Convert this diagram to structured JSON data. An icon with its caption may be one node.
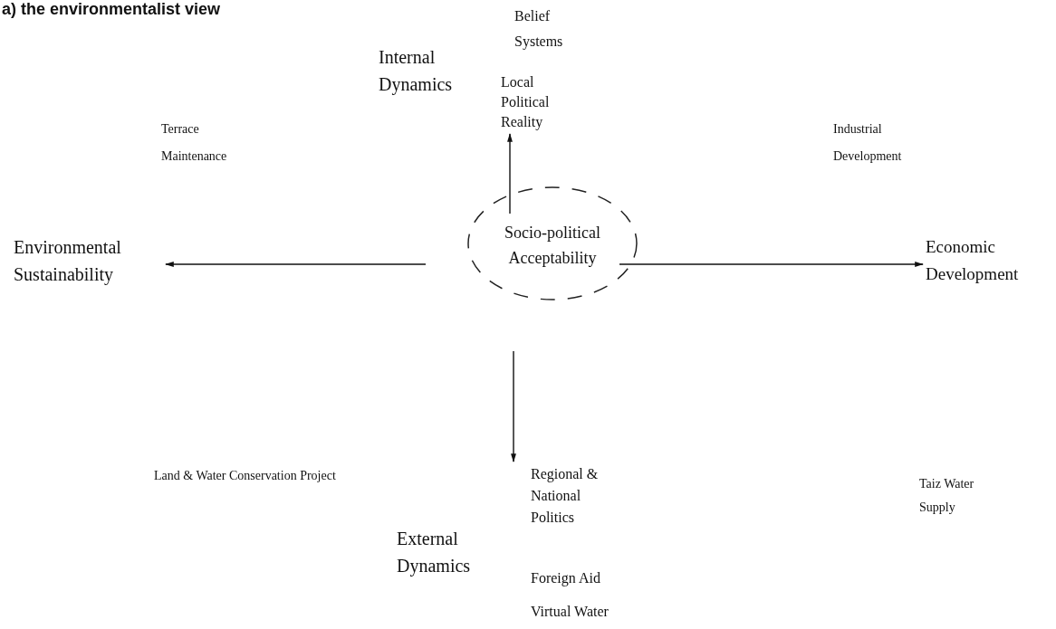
{
  "diagram": {
    "title": "a) the environmentalist view",
    "nodes": [
      {
        "text": [
          "Socio-political Acceptability"
        ]
      },
      {
        "text": [
          "Environmental Sustainability"
        ]
      },
      {
        "text": [
          "Economic Development"
        ]
      },
      {
        "text": [
          "Local Political Reality"
        ]
      },
      {
        "text": [
          "Regional & National Politics"
        ]
      }
    ],
    "edges": [
      {
        "from": null,
        "to": 1,
        "arrow": "to"
      },
      {
        "from": 0,
        "to": 2,
        "arrow": "to"
      },
      {
        "from": 0,
        "to": 3,
        "arrow": "to"
      },
      {
        "from": null,
        "to": 4,
        "arrow": "to"
      }
    ],
    "labels": [
      "Belief Systems",
      "Internal Dynamics",
      "Terrace Maintenance",
      "Industrial Development",
      "Land & Water Conservation Project",
      "Taiz Water Supply",
      "External Dynamics",
      "Foreign Aid",
      "Virtual Water"
    ]
  }
}
